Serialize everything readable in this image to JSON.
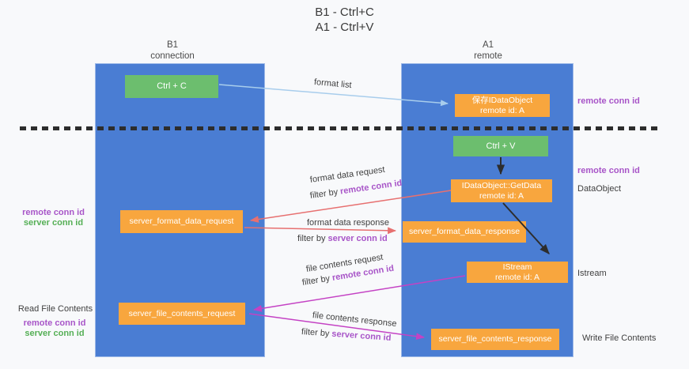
{
  "title": {
    "line1": "B1 - Ctrl+C",
    "line2": "A1 - Ctrl+V"
  },
  "lanes": {
    "left": {
      "name": "B1",
      "subtitle": "connection"
    },
    "right": {
      "name": "A1",
      "subtitle": "remote"
    }
  },
  "nodes": {
    "ctrl_c": {
      "label": "Ctrl + C"
    },
    "save_dataobject": {
      "line1": "保存IDataObject",
      "line2": "remote id: A"
    },
    "ctrl_v": {
      "label": "Ctrl + V"
    },
    "getdata": {
      "line1": "IDataObject::GetData",
      "line2": "remote id: A"
    },
    "format_request": {
      "label": "server_format_data_request"
    },
    "format_response": {
      "label": "server_format_data_response"
    },
    "istream": {
      "line1": "IStream",
      "line2": "remote id: A"
    },
    "file_request": {
      "label": "server_file_contents_request"
    },
    "file_response": {
      "label": "server_file_contents_response"
    }
  },
  "edge_labels": {
    "format_list": "format list",
    "format_data_request": "format data request",
    "format_data_response": "format data response",
    "file_contents_request": "file contents request",
    "file_contents_response": "file contents response",
    "filter_by": "filter by",
    "remote_conn_id": "remote conn id",
    "server_conn_id": "server conn id"
  },
  "side_labels": {
    "right_remote_conn_id_top": "remote conn id",
    "right_remote_conn_id_mid": "remote conn id",
    "dataobject": "DataObject",
    "istream": "Istream",
    "write_file_contents": "Write File Contents",
    "left_remote_conn_id_top": "remote conn id",
    "left_server_conn_id_top": "server conn id",
    "read_file_contents": "Read File Contents",
    "left_remote_conn_id_bottom": "remote conn id",
    "left_server_conn_id_bottom": "server conn id"
  },
  "colors": {
    "lane_blue": "#4a7dd3",
    "node_green": "#6cbe6e",
    "node_orange": "#f8a63e",
    "conn_id_purple": "#a855c8",
    "conn_id_green": "#55af55",
    "arrow_light_blue": "#a8cdec",
    "arrow_salmon": "#e77070",
    "arrow_magenta": "#c442c4",
    "arrow_black": "#2d2d2d"
  }
}
